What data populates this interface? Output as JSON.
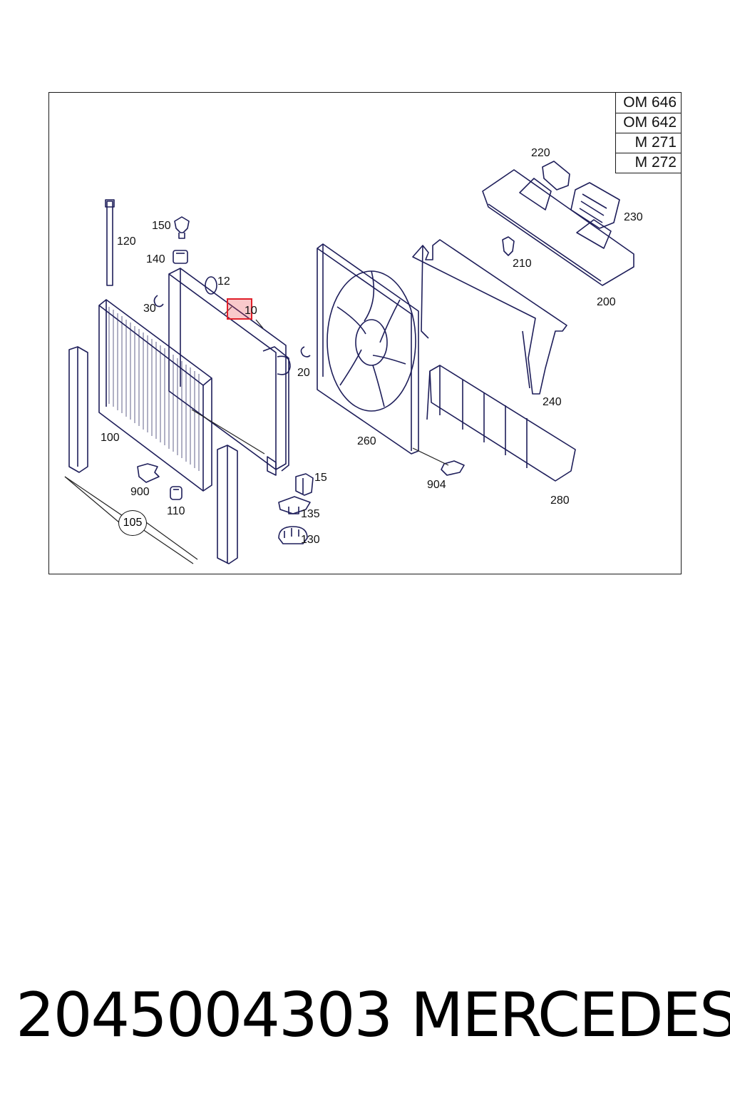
{
  "engine_variants": [
    "OM 646",
    "OM 642",
    "M 271",
    "M 272"
  ],
  "parts": {
    "p10": "10",
    "p12": "12",
    "p15": "15",
    "p20": "20",
    "p30": "30",
    "p100": "100",
    "p105": "105",
    "p110": "110",
    "p120": "120",
    "p130": "130",
    "p135": "135",
    "p140": "140",
    "p150": "150",
    "p200": "200",
    "p210": "210",
    "p220": "220",
    "p230": "230",
    "p240": "240",
    "p260": "260",
    "p280": "280",
    "p900": "900",
    "p904": "904"
  },
  "highlighted_part": "10",
  "footer": {
    "part_number": "2045004303",
    "brand": "MERCEDES"
  },
  "colors": {
    "line_art": "#1e1e5a",
    "highlight": "#e0202a"
  }
}
